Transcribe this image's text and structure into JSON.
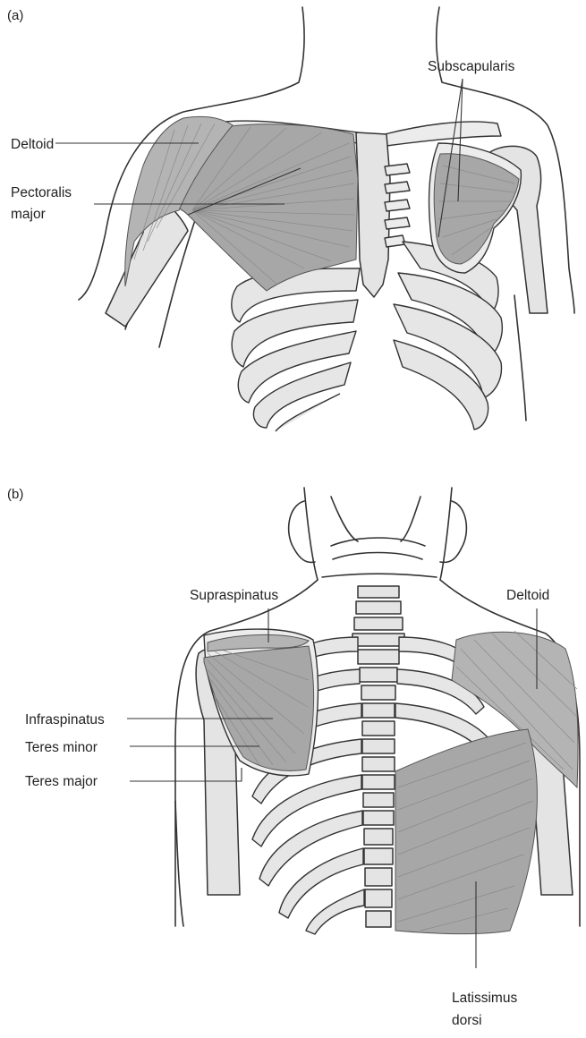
{
  "panel_a": {
    "panel_label": "(a)",
    "labels": {
      "deltoid": "Deltoid",
      "pectoralis_line1": "Pectoralis",
      "pectoralis_line2": "major",
      "subscapularis": "Subscapularis"
    }
  },
  "panel_b": {
    "panel_label": "(b)",
    "labels": {
      "supraspinatus": "Supraspinatus",
      "deltoid": "Deltoid",
      "infraspinatus": "Infraspinatus",
      "teres_minor": "Teres minor",
      "teres_major": "Teres major",
      "latissimus_line1": "Latissimus",
      "latissimus_line2": "dorsi"
    }
  },
  "colors": {
    "muscle": "#a7a7a7",
    "bone": "#e4e4e4",
    "outline": "#333333",
    "background": "#ffffff"
  }
}
